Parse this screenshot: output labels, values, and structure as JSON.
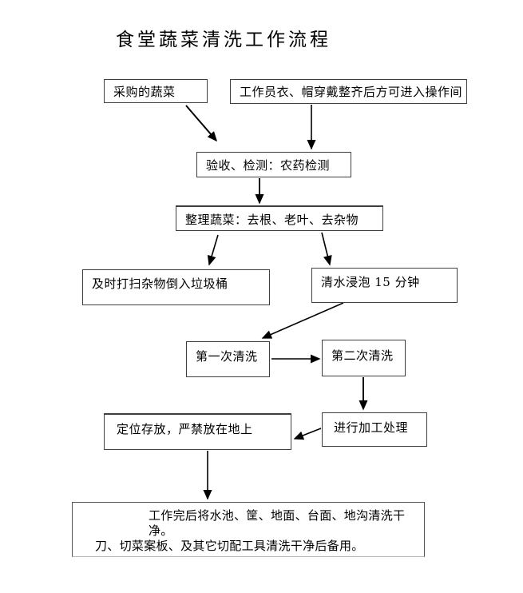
{
  "title": "食堂蔬菜清洗工作流程",
  "nodes": {
    "purchased": {
      "label": "采购的蔬菜"
    },
    "dress": {
      "label": "工作员衣、帽穿戴整齐后方可进入操作间"
    },
    "inspection": {
      "label": "验收、检测：农药检测"
    },
    "sorting": {
      "label": "整理蔬菜：去根、老叶、去杂物"
    },
    "trash": {
      "label": "及时打扫杂物倒入垃圾桶"
    },
    "soak": {
      "label": "清水浸泡 15 分钟"
    },
    "wash1": {
      "label": "第一次清洗"
    },
    "wash2": {
      "label": "第二次清洗"
    },
    "storage": {
      "label": "定位存放，严禁放在地上"
    },
    "processing": {
      "label": "进行加工处理"
    },
    "cleanup": {
      "line1": "工作完后将水池、筐、地面、台面、地沟清洗干净。",
      "line2": "刀、切菜案板、及其它切配工具清洗干净后备用。"
    }
  },
  "edges": [
    {
      "from": "purchased",
      "to": "inspection"
    },
    {
      "from": "dress",
      "to": "inspection"
    },
    {
      "from": "inspection",
      "to": "sorting"
    },
    {
      "from": "sorting",
      "to": "trash"
    },
    {
      "from": "sorting",
      "to": "soak"
    },
    {
      "from": "soak",
      "to": "wash1"
    },
    {
      "from": "wash1",
      "to": "wash2"
    },
    {
      "from": "wash2",
      "to": "processing"
    },
    {
      "from": "processing",
      "to": "storage"
    },
    {
      "from": "storage",
      "to": "cleanup"
    }
  ],
  "colors": {
    "background": "#ffffff",
    "box_border": "#3f3f3f",
    "arrow": "#000000",
    "text": "#000000"
  }
}
